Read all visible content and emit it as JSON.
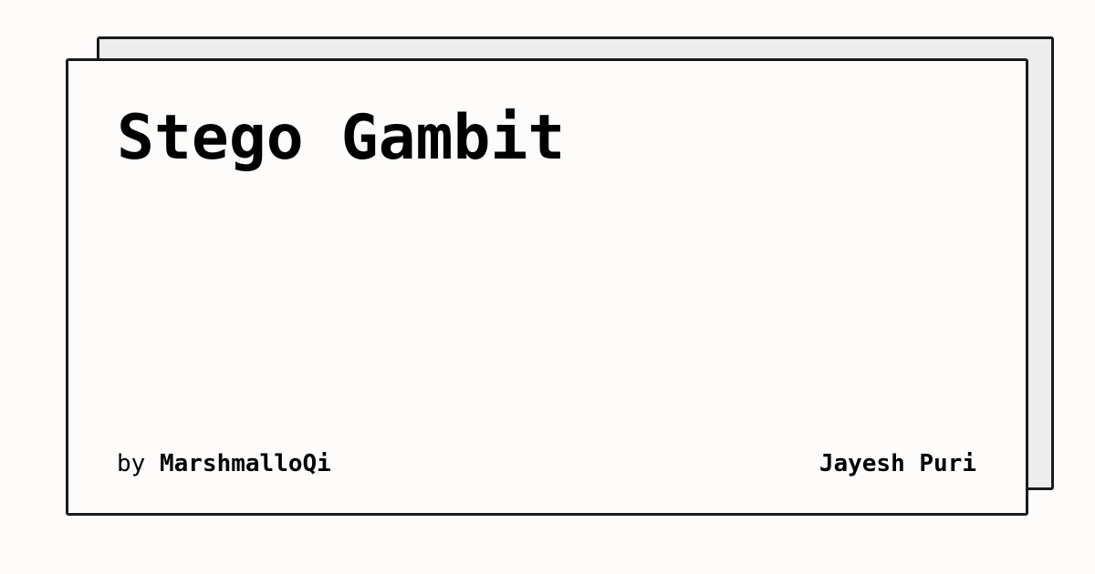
{
  "card": {
    "title": "Stego Gambit",
    "by_prefix": "by",
    "author": "MarshmalloQi",
    "credit": "Jayesh Puri"
  }
}
